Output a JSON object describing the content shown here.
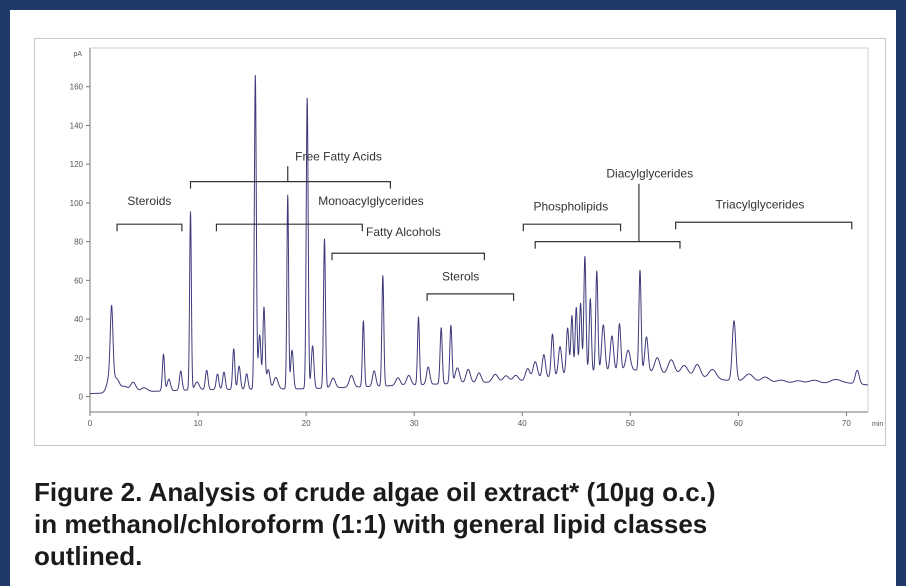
{
  "colors": {
    "frame": "#1f3a68",
    "trace": "#3e3b7a",
    "plot_bg": "#ffffff",
    "annot": "#333333",
    "caption": "#1b1b1b"
  },
  "caption": {
    "line1": "Figure 2.  Analysis of crude algae oil extract* (10µg o.c.)",
    "line2": "in methanol/chloroform (1:1) with general lipid classes",
    "line3": "outlined."
  },
  "chart_data": {
    "type": "line",
    "y_unit_label": "pA",
    "x_unit_label": "min",
    "xlim": [
      0,
      72
    ],
    "ylim": [
      -8,
      180
    ],
    "x_ticks": [
      0,
      10,
      20,
      30,
      40,
      50,
      60,
      70
    ],
    "y_ticks": [
      0,
      20,
      40,
      60,
      80,
      100,
      120,
      140,
      160
    ],
    "grid": false,
    "legend": "none",
    "series": [
      {
        "baseline": [
          [
            0,
            1.5
          ],
          [
            5,
            2.5
          ],
          [
            10,
            3.5
          ],
          [
            20,
            4
          ],
          [
            30,
            6
          ],
          [
            40,
            8
          ],
          [
            45,
            12
          ],
          [
            50,
            14
          ],
          [
            55,
            10
          ],
          [
            60,
            8
          ],
          [
            65,
            6
          ],
          [
            70,
            7
          ],
          [
            72,
            6
          ]
        ],
        "peaks": [
          [
            1.9,
            10,
            0.28
          ],
          [
            2.0,
            35,
            0.12
          ],
          [
            2.5,
            6,
            0.25
          ],
          [
            3.2,
            3,
            0.3
          ],
          [
            4.0,
            5,
            0.25
          ],
          [
            5.0,
            2,
            0.3
          ],
          [
            6.8,
            19,
            0.1
          ],
          [
            7.3,
            6,
            0.15
          ],
          [
            8.4,
            10,
            0.12
          ],
          [
            9.3,
            92,
            0.08
          ],
          [
            9.9,
            4,
            0.2
          ],
          [
            10.8,
            10,
            0.12
          ],
          [
            11.8,
            8,
            0.12
          ],
          [
            12.4,
            9,
            0.12
          ],
          [
            13.3,
            21,
            0.1
          ],
          [
            13.8,
            12,
            0.12
          ],
          [
            14.5,
            8,
            0.12
          ],
          [
            15.3,
            162,
            0.09
          ],
          [
            15.7,
            28,
            0.12
          ],
          [
            16.1,
            42,
            0.1
          ],
          [
            16.5,
            10,
            0.15
          ],
          [
            17.2,
            6,
            0.2
          ],
          [
            18.3,
            100,
            0.08
          ],
          [
            18.7,
            20,
            0.12
          ],
          [
            20.1,
            150,
            0.09
          ],
          [
            20.6,
            22,
            0.12
          ],
          [
            21.7,
            77,
            0.09
          ],
          [
            22.5,
            5,
            0.2
          ],
          [
            24.2,
            6,
            0.2
          ],
          [
            25.3,
            34,
            0.09
          ],
          [
            26.3,
            8,
            0.15
          ],
          [
            27.1,
            57,
            0.09
          ],
          [
            28.5,
            4,
            0.2
          ],
          [
            29.5,
            5,
            0.2
          ],
          [
            30.4,
            35,
            0.09
          ],
          [
            31.3,
            9,
            0.15
          ],
          [
            32.5,
            29,
            0.1
          ],
          [
            33.4,
            30,
            0.1
          ],
          [
            34.0,
            8,
            0.2
          ],
          [
            35.0,
            7,
            0.2
          ],
          [
            36.0,
            5,
            0.2
          ],
          [
            37.5,
            4,
            0.25
          ],
          [
            38.5,
            3,
            0.25
          ],
          [
            39.4,
            3,
            0.25
          ],
          [
            40.5,
            6,
            0.2
          ],
          [
            41.2,
            9,
            0.2
          ],
          [
            42.0,
            12,
            0.15
          ],
          [
            42.8,
            22,
            0.12
          ],
          [
            43.5,
            15,
            0.15
          ],
          [
            44.2,
            24,
            0.12
          ],
          [
            44.6,
            30,
            0.1
          ],
          [
            45.0,
            34,
            0.1
          ],
          [
            45.4,
            36,
            0.1
          ],
          [
            45.8,
            60,
            0.1
          ],
          [
            46.3,
            38,
            0.1
          ],
          [
            46.9,
            52,
            0.1
          ],
          [
            47.5,
            24,
            0.15
          ],
          [
            48.3,
            18,
            0.15
          ],
          [
            49.0,
            24,
            0.12
          ],
          [
            49.8,
            10,
            0.2
          ],
          [
            50.9,
            52,
            0.1
          ],
          [
            51.5,
            18,
            0.15
          ],
          [
            52.5,
            8,
            0.25
          ],
          [
            53.8,
            8,
            0.3
          ],
          [
            55.0,
            6,
            0.35
          ],
          [
            56.2,
            7,
            0.3
          ],
          [
            57.6,
            5,
            0.35
          ],
          [
            59.6,
            31,
            0.16
          ],
          [
            61.0,
            4,
            0.4
          ],
          [
            62.5,
            3,
            0.4
          ],
          [
            64.0,
            2,
            0.5
          ],
          [
            65.5,
            2,
            0.5
          ],
          [
            67.0,
            2,
            0.5
          ],
          [
            69.0,
            2,
            0.5
          ],
          [
            71.0,
            7,
            0.18
          ]
        ]
      }
    ],
    "annotations": [
      {
        "label": "Steroids",
        "x1": 2.5,
        "x2": 8.5,
        "bracket_y": 89,
        "label_x": 5.5,
        "label_y": 99
      },
      {
        "label": "Free Fatty Acids",
        "x1": 9.3,
        "x2": 27.8,
        "bracket_y": 111,
        "label_x": 23.0,
        "label_y": 122,
        "stems": [
          18.3
        ]
      },
      {
        "label": "Monoacylglycerides",
        "x1": 11.7,
        "x2": 25.2,
        "bracket_y": 89,
        "label_x": 26.0,
        "label_y": 99
      },
      {
        "label": "Fatty Alcohols",
        "x1": 22.4,
        "x2": 36.5,
        "bracket_y": 74,
        "label_x": 29.0,
        "label_y": 83
      },
      {
        "label": "Sterols",
        "x1": 31.2,
        "x2": 39.2,
        "bracket_y": 53,
        "label_x": 34.3,
        "label_y": 60
      },
      {
        "label": "Phospholipids",
        "x1": 40.1,
        "x2": 49.1,
        "bracket_y": 89,
        "label_x": 44.5,
        "label_y": 96
      },
      {
        "label": "Diacylglycerides",
        "x1": 41.2,
        "x2": 54.6,
        "bracket_y": 80,
        "label_x": 51.8,
        "label_y": 113,
        "stems": [
          50.8
        ]
      },
      {
        "label": "Triacylglycerides",
        "x1": 54.2,
        "x2": 70.5,
        "bracket_y": 90,
        "label_x": 62.0,
        "label_y": 97
      }
    ]
  }
}
